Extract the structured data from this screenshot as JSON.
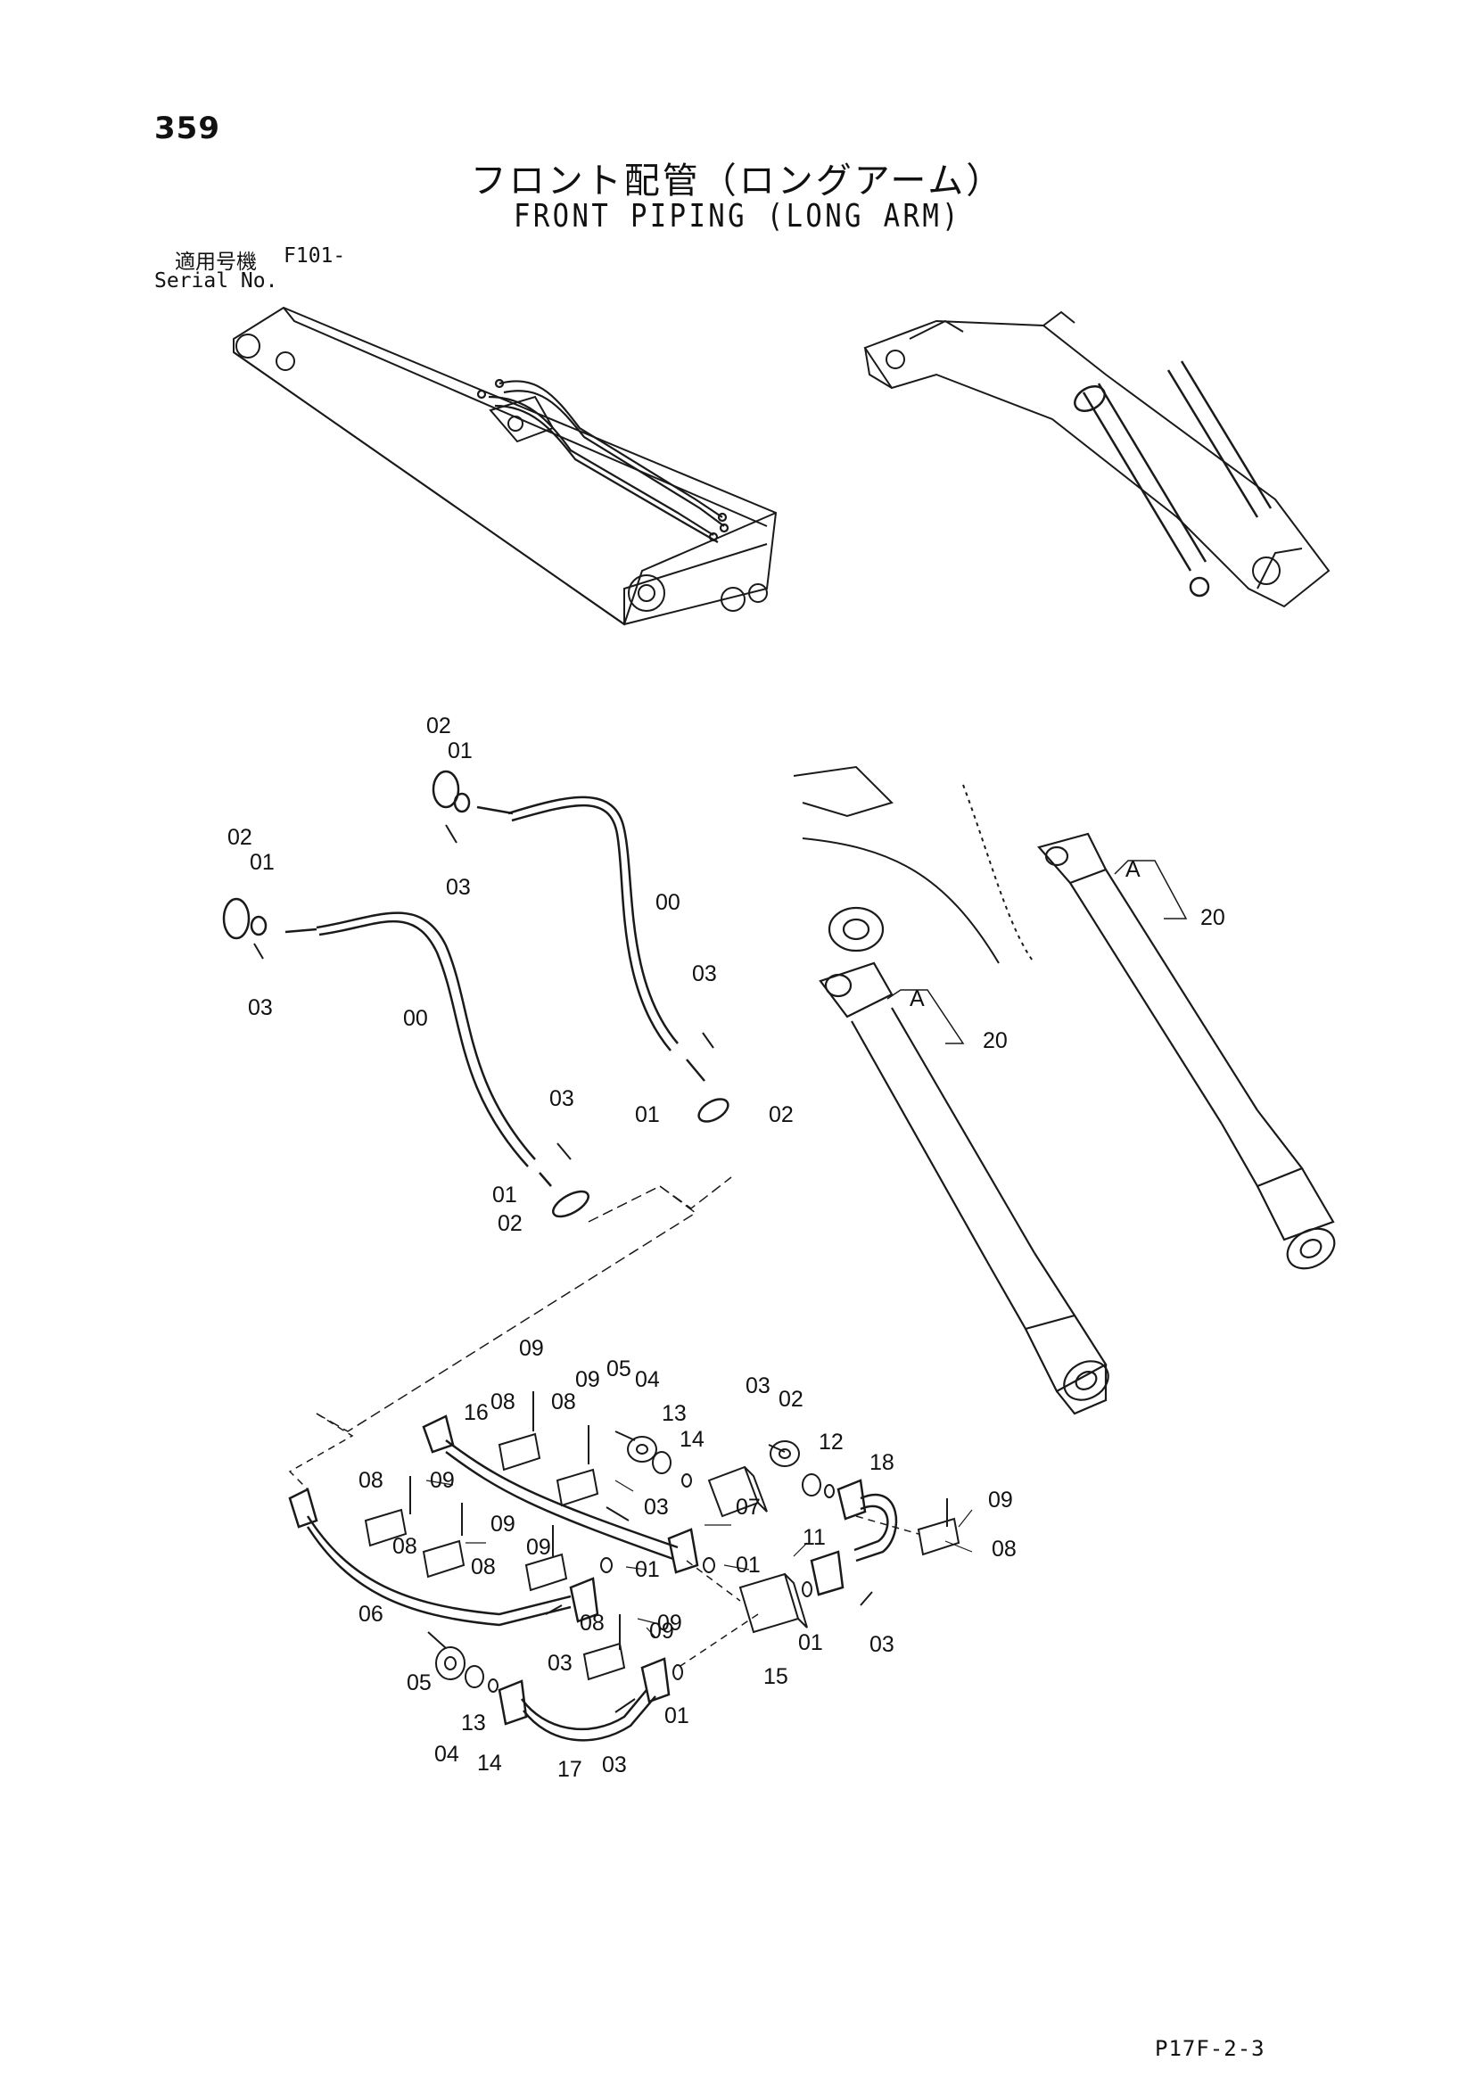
{
  "header": {
    "page_number": "359",
    "title_jp": "フロント配管（ロングアーム）",
    "title_en": "FRONT PIPING (LONG ARM)"
  },
  "serial": {
    "label_jp": "適用号機",
    "code": "F101-",
    "label_en": "Serial No."
  },
  "footer": {
    "code": "P17F-2-3"
  },
  "callouts": {
    "hose_upper": [
      "02",
      "01",
      "03",
      "00",
      "03",
      "01",
      "02"
    ],
    "hose_left": [
      "02",
      "01",
      "03",
      "00",
      "03",
      "01",
      "02"
    ],
    "cylinder": [
      "A",
      "20",
      "A",
      "20"
    ],
    "pipes": [
      "09",
      "16",
      "08",
      "09",
      "08",
      "05",
      "04",
      "13",
      "14",
      "03",
      "02",
      "12",
      "18",
      "08",
      "09",
      "09",
      "03",
      "07",
      "11",
      "09",
      "08",
      "09",
      "08",
      "01",
      "01",
      "06",
      "08",
      "09",
      "15",
      "01",
      "03",
      "05",
      "04",
      "13",
      "14",
      "17",
      "03",
      "01",
      "03",
      "09",
      "08"
    ]
  },
  "colors": {
    "line": "#1a1a1a",
    "background": "#ffffff"
  }
}
